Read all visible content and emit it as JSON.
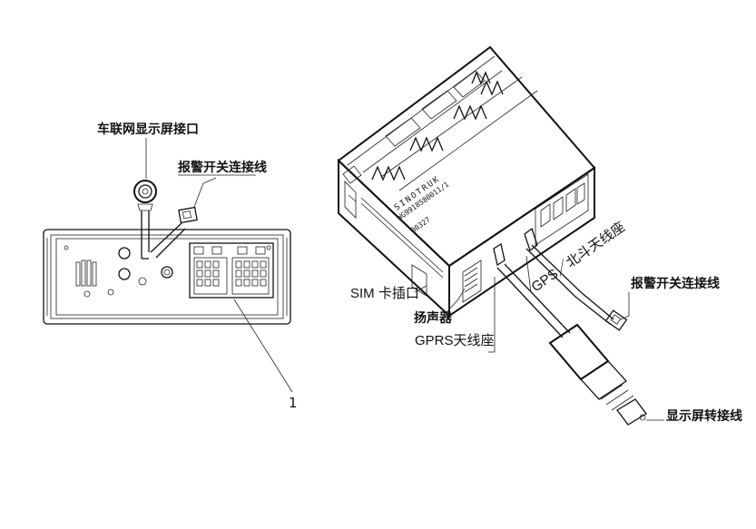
{
  "labels": {
    "display_interface": "车联网显示屏接口",
    "alarm_wire_left": "报警开关连接线",
    "callout_number": "1",
    "sim_slot": "SIM 卡插口",
    "speaker": "扬声器",
    "gprs_antenna": "GPRS天线座",
    "gps_beidou_antenna": "GPS／北斗天线座",
    "alarm_wire_right": "报警开关连接线",
    "display_adapter_wire": "显示屏转接线",
    "brand_text": "SINOTRUK",
    "serial_1": "WG9918580011/1",
    "serial_2": "00327"
  }
}
